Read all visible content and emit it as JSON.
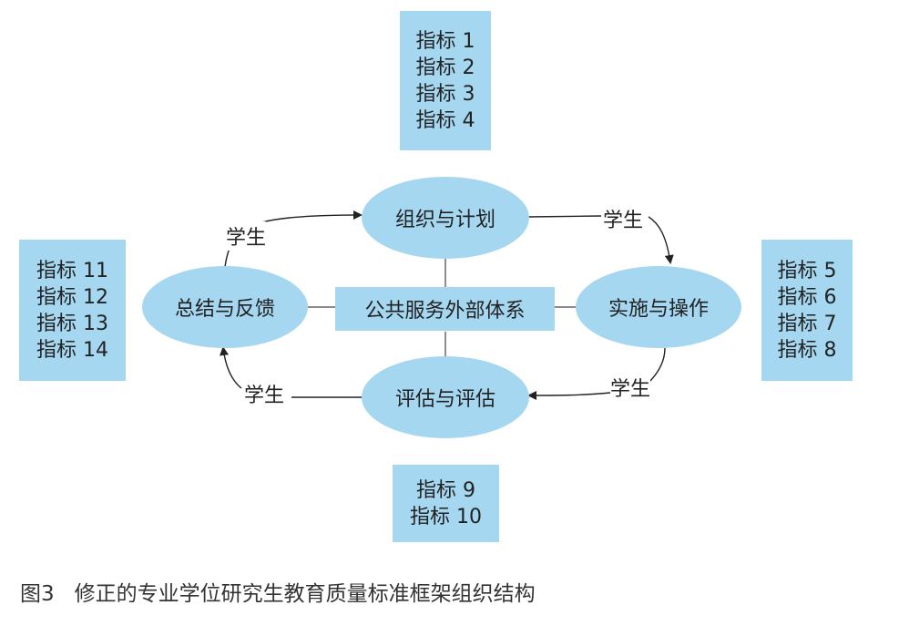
{
  "boxes": {
    "top": [
      "指标 1",
      "指标 2",
      "指标 3",
      "指标 4"
    ],
    "left": [
      "指标 11",
      "指标 12",
      "指标 13",
      "指标 14"
    ],
    "right": [
      "指标 5",
      "指标 6",
      "指标 7",
      "指标 8"
    ],
    "bottom": [
      "指标 9",
      "指标 10"
    ]
  },
  "nodes": {
    "top": "组织与计划",
    "right": "实施与操作",
    "bottom": "评估与评估",
    "left": "总结与反馈",
    "center": "公共服务外部体系"
  },
  "edge_labels": {
    "top_right": "学生",
    "right_bottom": "学生",
    "bottom_left": "学生",
    "left_top": "学生"
  },
  "caption": {
    "number": "图3",
    "text": "修正的专业学位研究生教育质量标准框架组织结构"
  },
  "colors": {
    "fill": "#a6d7f0",
    "line": "#333333"
  }
}
